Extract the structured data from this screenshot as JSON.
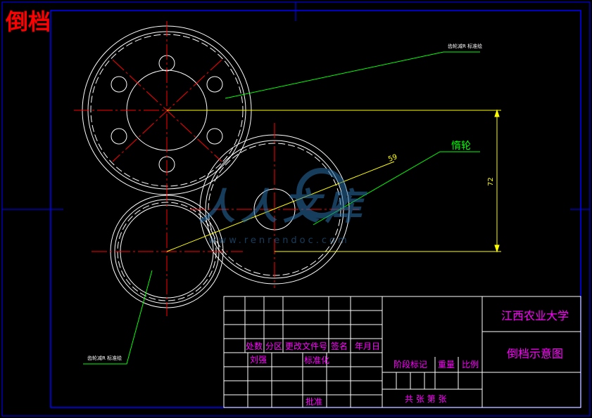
{
  "header": {
    "title": "倒档"
  },
  "colors": {
    "background": "#000000",
    "frame": "#0000ff",
    "outline": "#ffffff",
    "center_line": "#ff0000",
    "leader": "#00ff00",
    "dimension": "#ffff00",
    "title_block_text": "#ff00ff",
    "watermark": "#2a6fa8"
  },
  "annotations": {
    "idler": "惰轮",
    "small_note_top": "齿轮减R 标准绘",
    "small_note_bottom": "齿轮减R 标准绘"
  },
  "dimensions": {
    "diagonal": "59",
    "vertical": "72"
  },
  "watermark": {
    "text": "人人文库",
    "url": "www.renrendoc.com"
  },
  "title_block": {
    "school": "江西农业大学",
    "drawing_name": "倒档示意图",
    "headers": {
      "count": "处数",
      "zone": "分区",
      "change_doc": "更改文件号",
      "signature": "签名",
      "date": "年月日"
    },
    "design": "刘强",
    "standardize": "标准化",
    "stage_mark": "阶段标记",
    "weight": "重量",
    "scale": "比例",
    "sheets": "共 张 第 张",
    "approve": "批准"
  }
}
